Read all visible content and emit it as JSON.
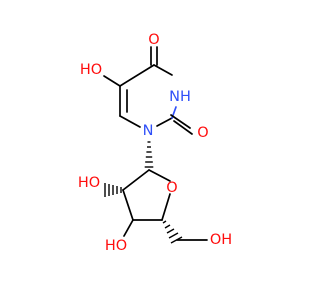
{
  "colors": {
    "bond": "#000000",
    "oxygen": "#ff0d0d",
    "nitrogen": "#3050f8",
    "background": "#ffffff"
  },
  "labels": {
    "o_ketone_top": "O",
    "nh": "NH",
    "o_ketone_right": "O",
    "n_ring": "N",
    "oh_left": "HO",
    "o_furanose": "O",
    "ho_c2": "HO",
    "ho_c3": "HO",
    "oh_ch2": "OH"
  }
}
